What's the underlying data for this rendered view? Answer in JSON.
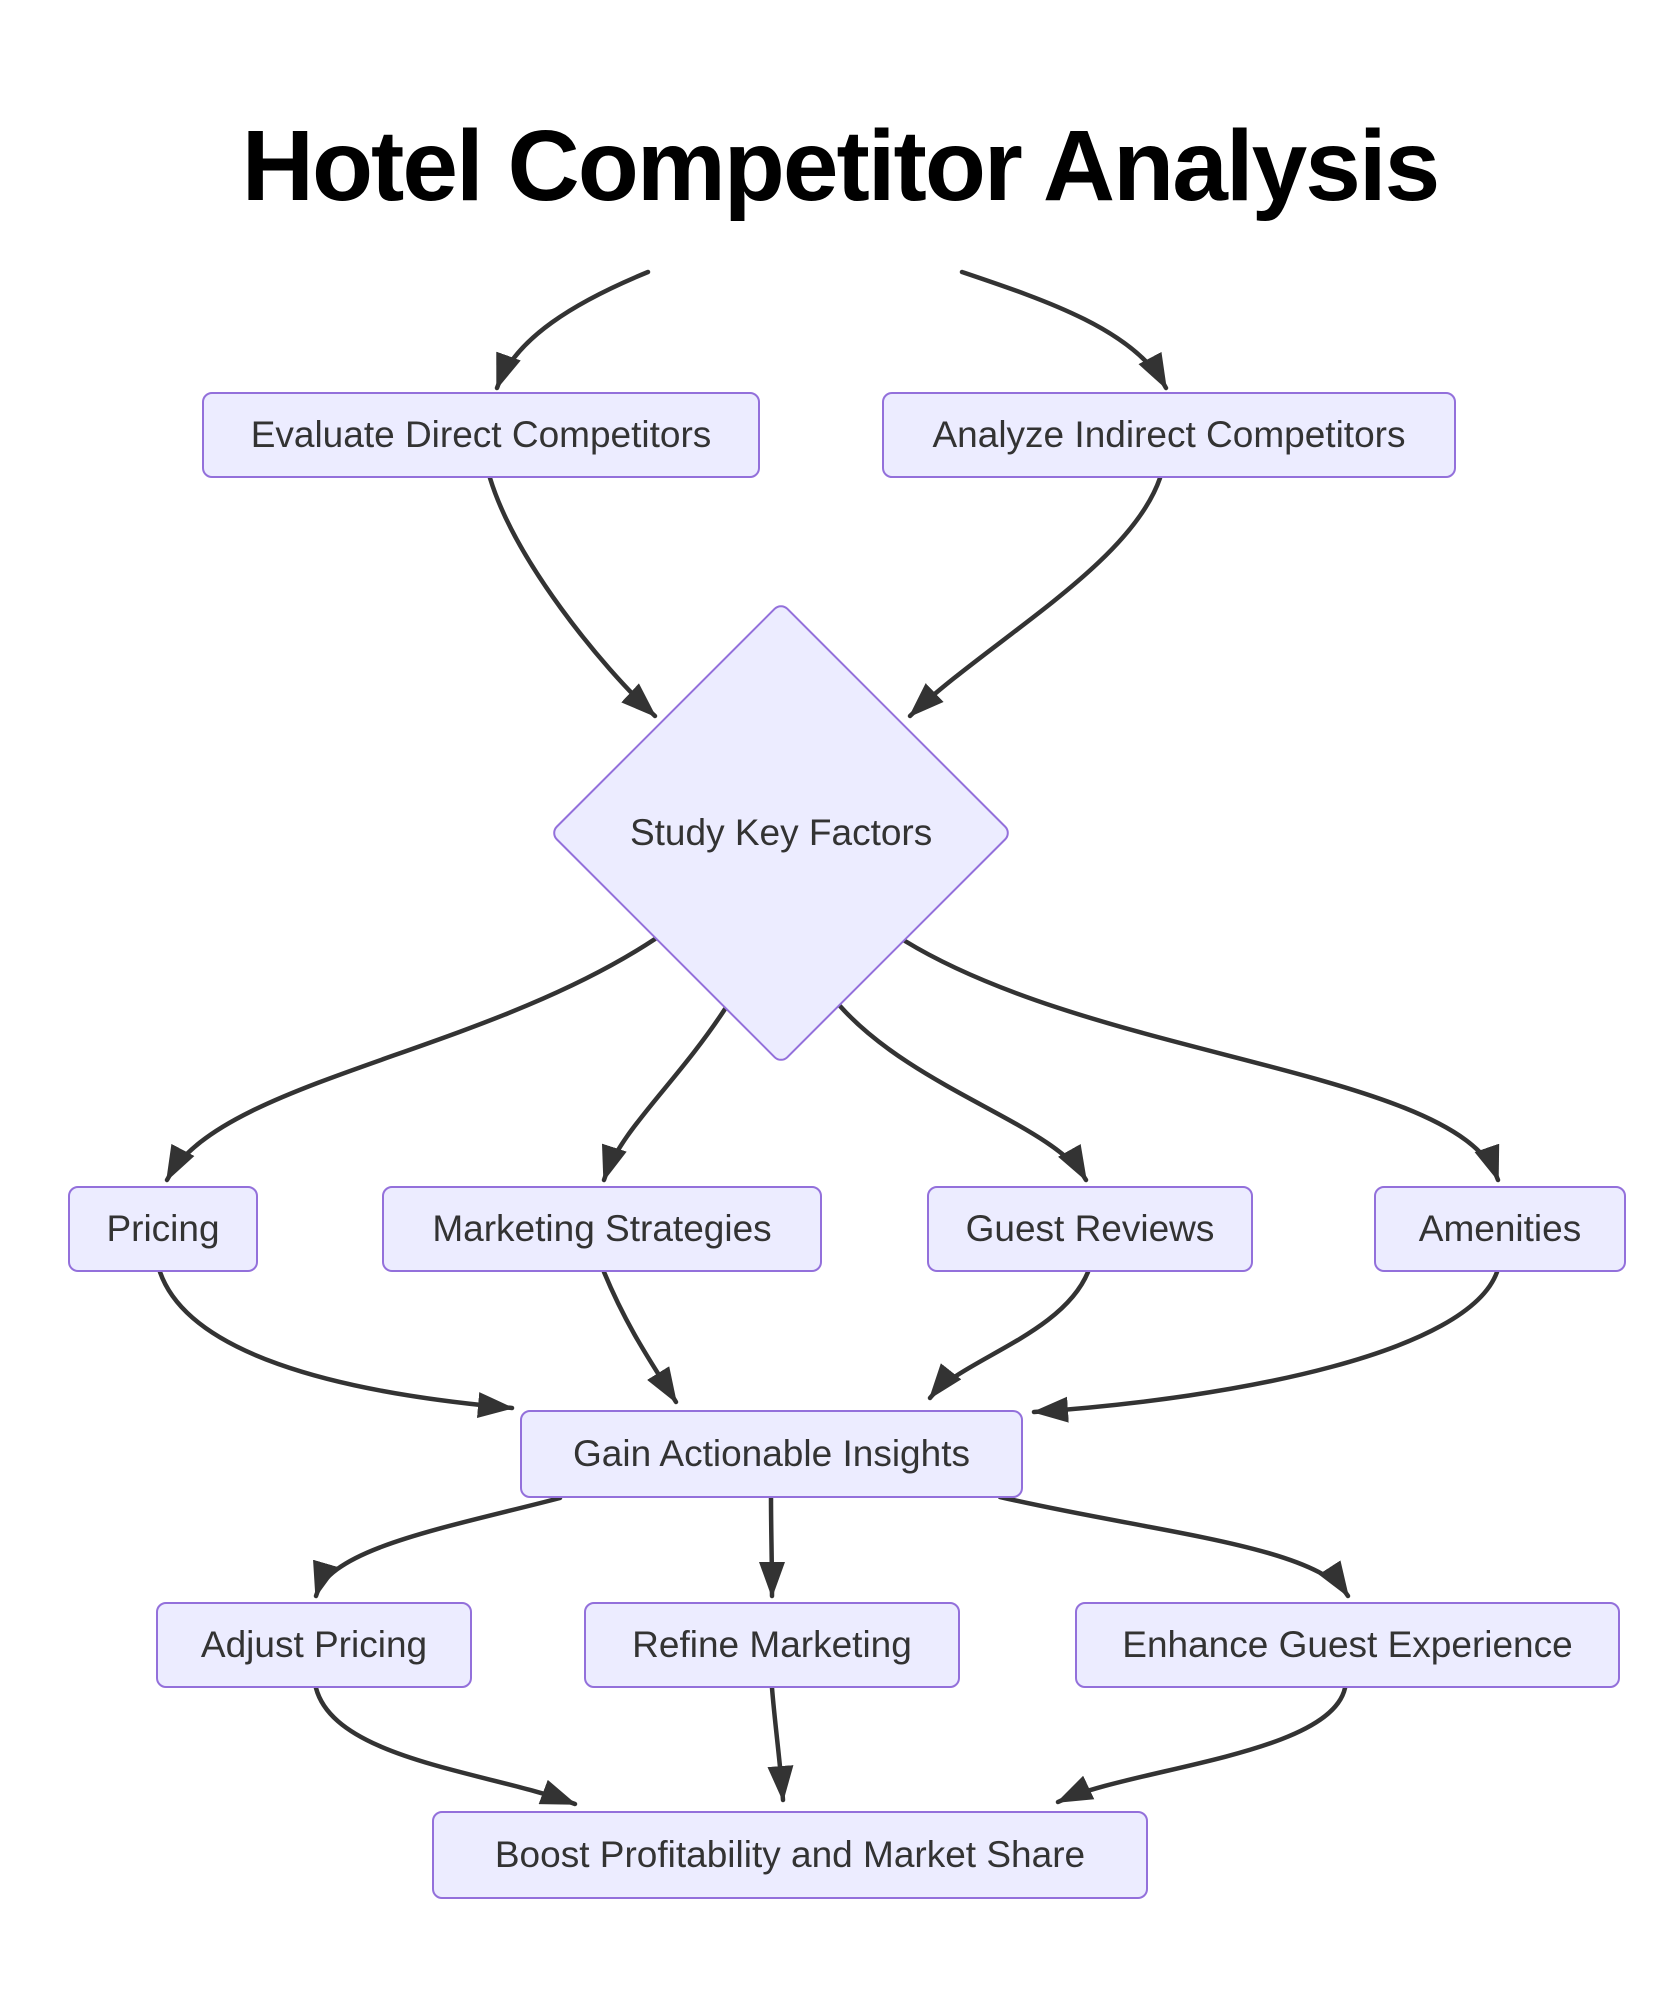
{
  "title": "Hotel Competitor Analysis",
  "colors": {
    "background": "#FFFFFF",
    "title_text": "#000000",
    "node_fill": "#ECECFF",
    "node_border": "#9370DB",
    "node_text": "#333333",
    "edge": "#333333"
  },
  "nodes": {
    "evaluate": {
      "label": "Evaluate Direct Competitors",
      "shape": "rect"
    },
    "analyze": {
      "label": "Analyze Indirect Competitors",
      "shape": "rect"
    },
    "study": {
      "label": "Study Key Factors",
      "shape": "diamond"
    },
    "pricing": {
      "label": "Pricing",
      "shape": "rect"
    },
    "marketing": {
      "label": "Marketing Strategies",
      "shape": "rect"
    },
    "guest": {
      "label": "Guest Reviews",
      "shape": "rect"
    },
    "amenities": {
      "label": "Amenities",
      "shape": "rect"
    },
    "gain": {
      "label": "Gain Actionable Insights",
      "shape": "rect"
    },
    "adjust": {
      "label": "Adjust Pricing",
      "shape": "rect"
    },
    "refine": {
      "label": "Refine Marketing",
      "shape": "rect"
    },
    "enhance": {
      "label": "Enhance Guest Experience",
      "shape": "rect"
    },
    "boost": {
      "label": "Boost Profitability and Market Share",
      "shape": "rect"
    }
  },
  "edges": [
    {
      "from": "start",
      "to": "evaluate"
    },
    {
      "from": "start",
      "to": "analyze"
    },
    {
      "from": "evaluate",
      "to": "study"
    },
    {
      "from": "analyze",
      "to": "study"
    },
    {
      "from": "study",
      "to": "pricing"
    },
    {
      "from": "study",
      "to": "marketing"
    },
    {
      "from": "study",
      "to": "guest"
    },
    {
      "from": "study",
      "to": "amenities"
    },
    {
      "from": "pricing",
      "to": "gain"
    },
    {
      "from": "marketing",
      "to": "gain"
    },
    {
      "from": "guest",
      "to": "gain"
    },
    {
      "from": "amenities",
      "to": "gain"
    },
    {
      "from": "gain",
      "to": "adjust"
    },
    {
      "from": "gain",
      "to": "refine"
    },
    {
      "from": "gain",
      "to": "enhance"
    },
    {
      "from": "adjust",
      "to": "boost"
    },
    {
      "from": "refine",
      "to": "boost"
    },
    {
      "from": "enhance",
      "to": "boost"
    }
  ]
}
